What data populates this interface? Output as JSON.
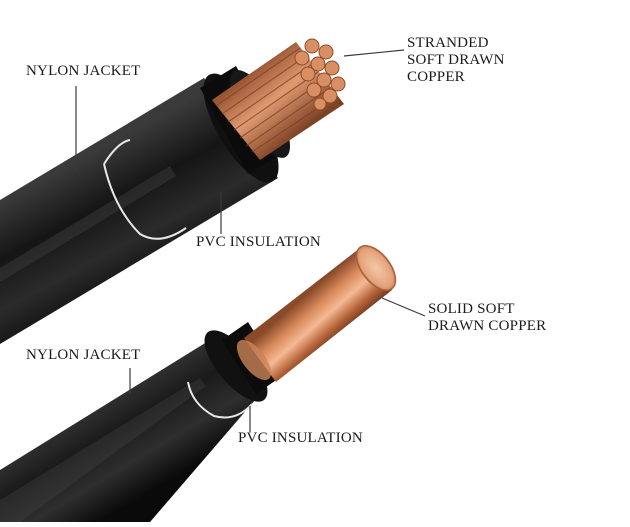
{
  "labels": {
    "top_nylon": "NYLON JACKET",
    "top_pvc": "PVC INSULATION",
    "top_copper": [
      "STRANDED",
      "SOFT DRAWN",
      "COPPER"
    ],
    "bottom_nylon": "NYLON JACKET",
    "bottom_pvc": "PVC INSULATION",
    "bottom_copper": [
      "SOLID SOFT",
      "DRAWN COPPER"
    ]
  },
  "colors": {
    "background": "#ffffff",
    "jacket": "#1b1b1b",
    "insulation": "#0d0d0d",
    "copper": "#c8764a",
    "copper_highlight": "#f2b48e",
    "leader": "#3a3a3a"
  }
}
